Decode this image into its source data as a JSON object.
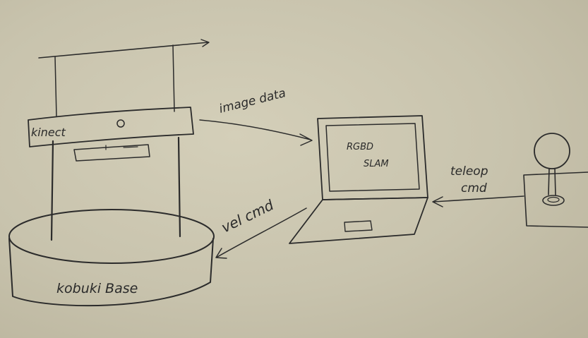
{
  "diagram": {
    "labels": {
      "kinect": "kinect",
      "kobuki_base": "kobuki Base",
      "laptop_screen_line1": "RGBD",
      "laptop_screen_line2": "SLAM",
      "image_data": "image data",
      "vel_cmd": "vel cmd",
      "teleop_line1": "teleop",
      "teleop_line2": "cmd"
    },
    "colors": {
      "paper": "#c9c4ae",
      "ink": "#2b2b2b"
    }
  }
}
